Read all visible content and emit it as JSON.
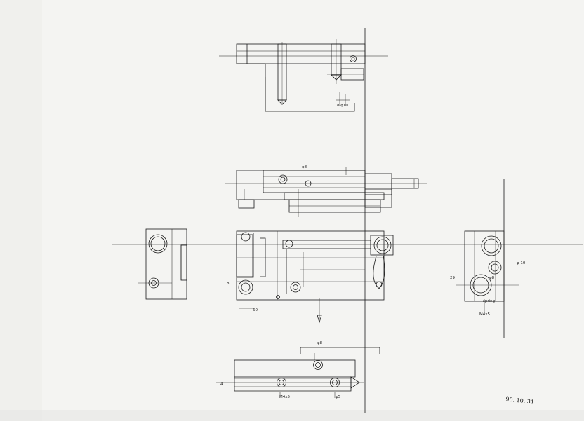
{
  "sheet": {
    "paper_color": "#f3f3f1",
    "ink_color": "#1a1a1a",
    "date": "'90. 10. 31"
  },
  "annotations": {
    "top_view_small": "8  φ10",
    "front_callout": "φ8",
    "plan_left_mark": "8",
    "plan_dim_bottom": "60",
    "right_view_left": "29",
    "right_view_hole": "φ8",
    "right_view_note": "φ 10",
    "right_view_spring": "spring",
    "right_view_dim": "M4x5",
    "bottom_view_top": "φ8",
    "bottom_view_dim1": "M4x5",
    "bottom_view_dim2": "φ5",
    "bottom_view_left": "4"
  }
}
